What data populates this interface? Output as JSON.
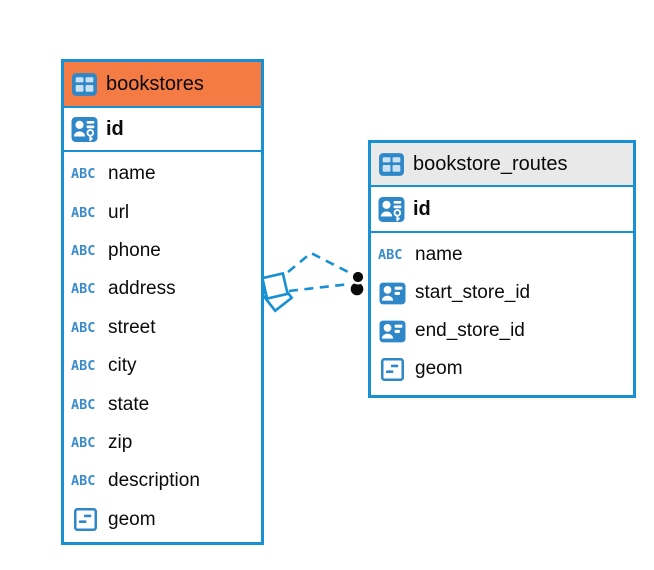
{
  "diagram": {
    "tables": [
      {
        "name": "bookstores",
        "header": {
          "icon": "table-icon",
          "title": "bookstores",
          "background": "#F57B44"
        },
        "primary_key": {
          "icon": "primary-key-icon",
          "name": "id"
        },
        "columns": [
          {
            "icon": "text-type-icon",
            "name": "name"
          },
          {
            "icon": "text-type-icon",
            "name": "url"
          },
          {
            "icon": "text-type-icon",
            "name": "phone"
          },
          {
            "icon": "text-type-icon",
            "name": "address"
          },
          {
            "icon": "text-type-icon",
            "name": "street"
          },
          {
            "icon": "text-type-icon",
            "name": "city"
          },
          {
            "icon": "text-type-icon",
            "name": "state"
          },
          {
            "icon": "text-type-icon",
            "name": "zip"
          },
          {
            "icon": "text-type-icon",
            "name": "description"
          },
          {
            "icon": "geometry-type-icon",
            "name": "geom"
          }
        ]
      },
      {
        "name": "bookstore_routes",
        "header": {
          "icon": "table-icon",
          "title": "bookstore_routes",
          "background": "#E9E9E9"
        },
        "primary_key": {
          "icon": "primary-key-icon",
          "name": "id"
        },
        "columns": [
          {
            "icon": "text-type-icon",
            "name": "name"
          },
          {
            "icon": "reference-icon",
            "name": "start_store_id"
          },
          {
            "icon": "reference-icon",
            "name": "end_store_id"
          },
          {
            "icon": "geometry-type-icon",
            "name": "geom"
          }
        ]
      }
    ],
    "relationships": [
      {
        "from_table": "bookstore_routes",
        "to_table": "bookstores",
        "line_style": "dashed",
        "start_marker": "diamond",
        "end_marker": "dot"
      },
      {
        "from_table": "bookstore_routes",
        "to_table": "bookstores",
        "line_style": "dashed",
        "start_marker": "diamond",
        "end_marker": "dot"
      }
    ]
  },
  "icons": {
    "text_label": "ABC"
  },
  "colors": {
    "node_border_blue": "#1791d4",
    "icon_blue": "#2d87c8",
    "bookstores_header_orange": "#F57B44",
    "routes_header_gray": "#E9E9E9",
    "relationship_line_blue": "#1791d4",
    "relationship_dot_black": "#0a0a0a",
    "text_black": "#0a0a0a",
    "background_white": "#ffffff"
  },
  "tables": []
}
